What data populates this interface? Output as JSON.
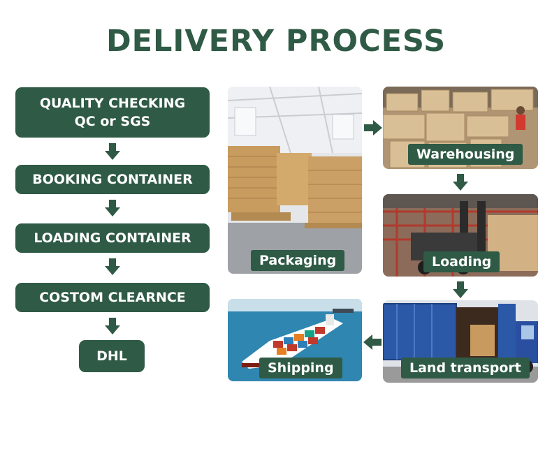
{
  "title": "DELIVERY PROCESS",
  "steps": [
    {
      "line1": "QUALITY CHECKING",
      "line2": "QC or SGS"
    },
    {
      "line1": "BOOKING CONTAINER"
    },
    {
      "line1": "LOADING CONTAINER"
    },
    {
      "line1": "COSTOM CLEARNCE"
    },
    {
      "line1": "DHL"
    }
  ],
  "photos": {
    "packaging": "Packaging",
    "warehousing": "Warehousing",
    "loading": "Loading",
    "land_transport": "Land transport",
    "shipping": "Shipping"
  },
  "colors": {
    "primary": "#2f5a45",
    "background": "#ffffff"
  }
}
